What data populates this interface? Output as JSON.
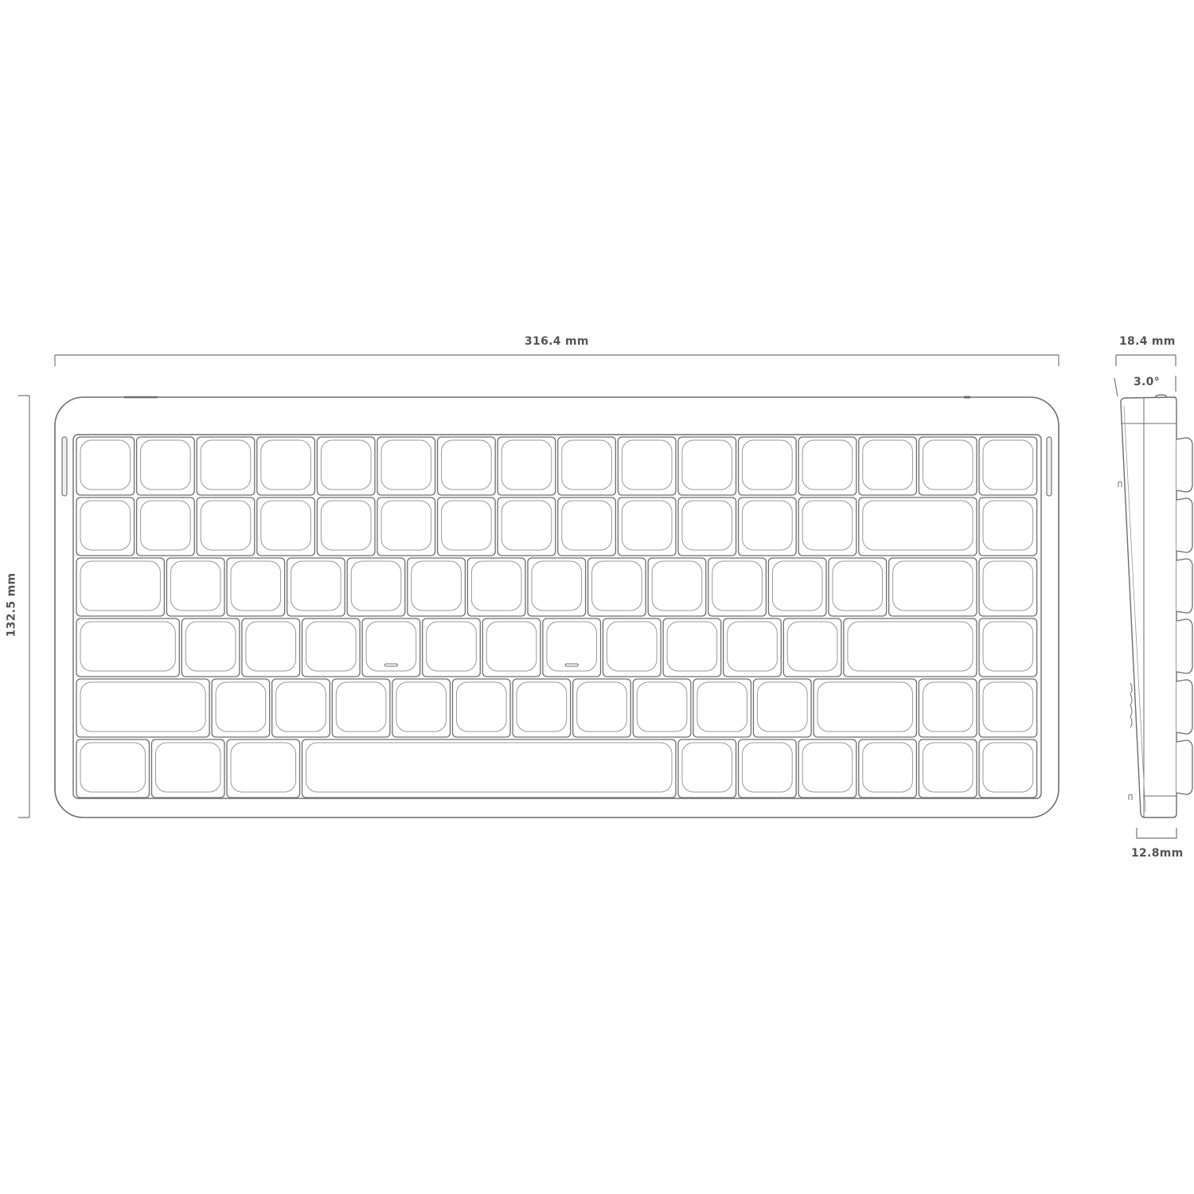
{
  "dimensions": {
    "width": "316.4 mm",
    "depth": "132.5 mm",
    "height_back": "18.4 mm",
    "angle": "3.0°",
    "height_front": "12.8mm"
  },
  "colors": {
    "line": "#6e6e6e",
    "inner_line": "#9a9a9a",
    "text": "#555555",
    "background": "#ffffff"
  }
}
